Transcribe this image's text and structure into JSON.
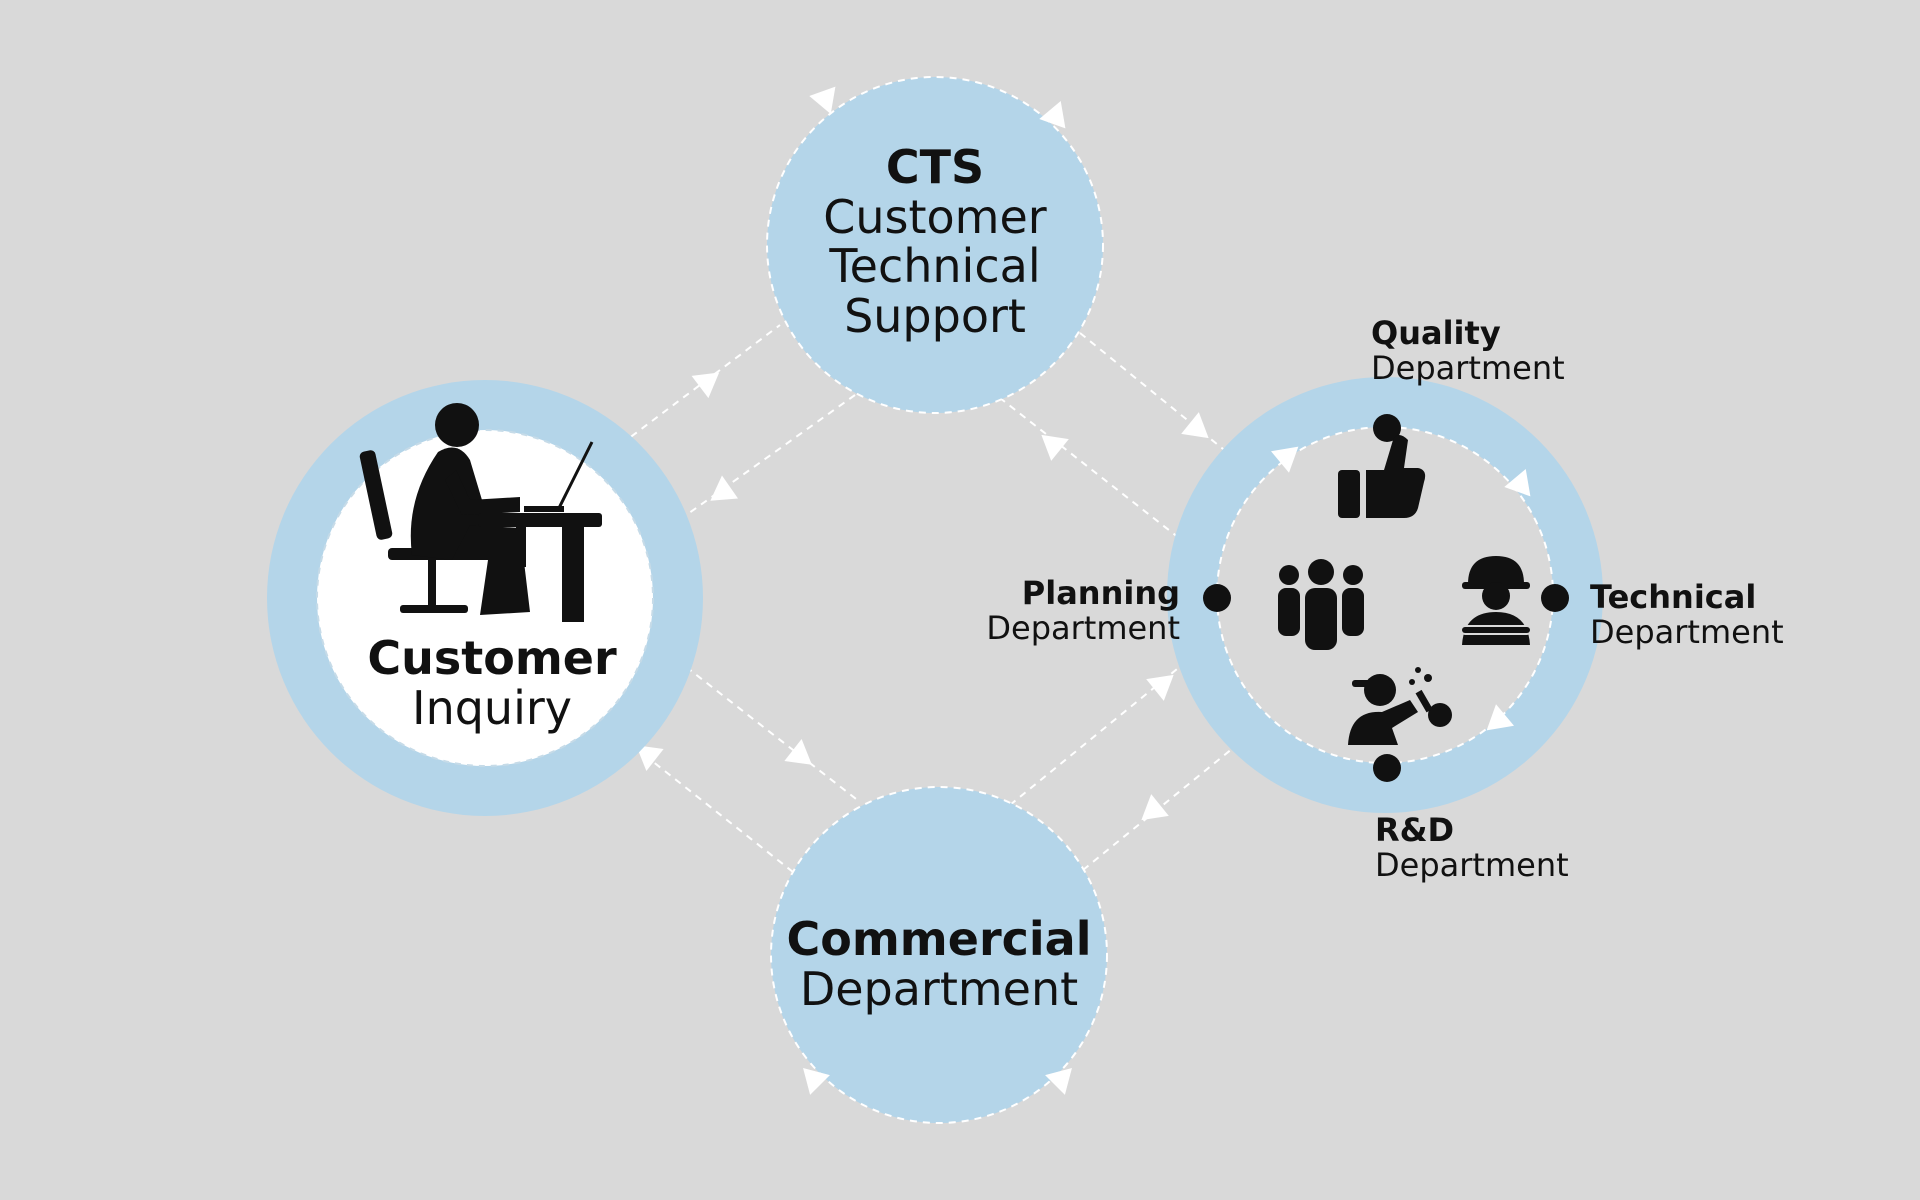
{
  "nodes": {
    "cts": {
      "title": "CTS",
      "subtitle_lines": [
        "Customer",
        "Technical",
        "Support"
      ]
    },
    "customer_inquiry": {
      "title": "Customer",
      "subtitle": "Inquiry"
    },
    "commercial": {
      "title": "Commercial",
      "subtitle": "Department"
    }
  },
  "departments": {
    "quality": {
      "title": "Quality",
      "subtitle": "Department",
      "icon": "thumbs-up-icon"
    },
    "planning": {
      "title": "Planning",
      "subtitle": "Department",
      "icon": "people-group-icon"
    },
    "technical": {
      "title": "Technical",
      "subtitle": "Department",
      "icon": "worker-wrench-icon"
    },
    "rnd": {
      "title": "R&D",
      "subtitle": "Department",
      "icon": "scientist-flask-icon"
    }
  },
  "colors": {
    "background": "#d9d9d9",
    "circle_fill": "#b4d5e9",
    "inner_white": "#ffffff",
    "arrow": "#ffffff",
    "icon": "#111111"
  }
}
